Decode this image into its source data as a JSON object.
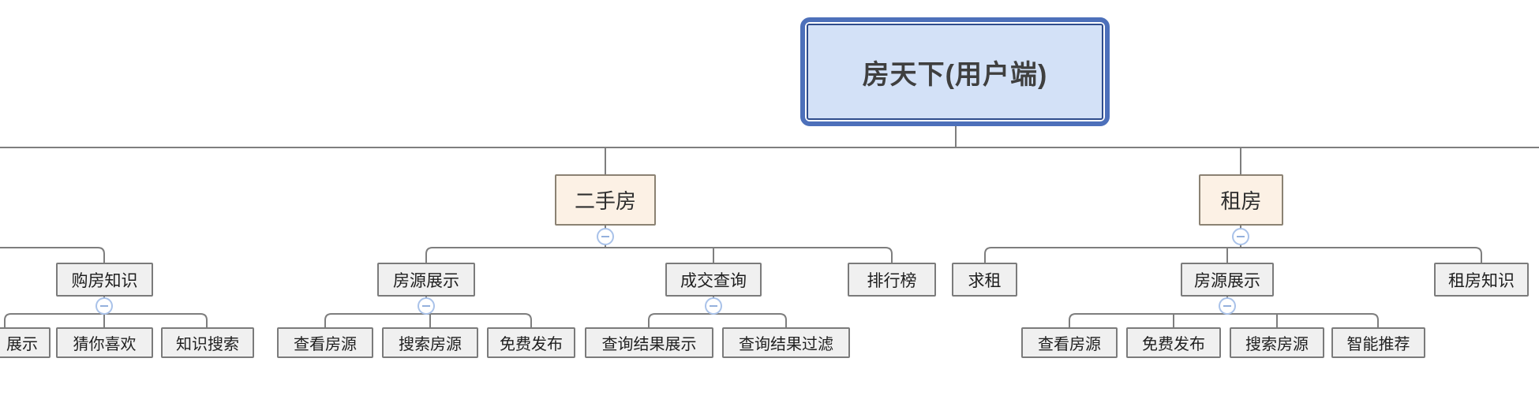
{
  "colors": {
    "root_border": "#4d70ba",
    "root_inner_border": "#2e4c8c",
    "root_fill": "#d3e1f7",
    "branch_fill": "#fcf1e5",
    "branch_border": "#8b8273",
    "node_fill": "#f0f0f0",
    "node_border": "#7b7b7b",
    "connector_line": "#7e7e7e",
    "collapse_icon_ring": "#a9c2e9",
    "collapse_icon_minus": "#94b0dd"
  },
  "icons": {
    "collapse": "minus-circle"
  },
  "mindmap": {
    "root": {
      "label": "房天下(用户端)"
    },
    "left_branch_children": [
      {
        "label": "购房知识",
        "children": [
          {
            "label": "展示"
          },
          {
            "label": "猜你喜欢"
          },
          {
            "label": "知识搜索"
          }
        ]
      }
    ],
    "branches": [
      {
        "label": "二手房",
        "children": [
          {
            "label": "房源展示",
            "children": [
              {
                "label": "查看房源"
              },
              {
                "label": "搜索房源"
              },
              {
                "label": "免费发布"
              }
            ]
          },
          {
            "label": "成交查询",
            "children": [
              {
                "label": "查询结果展示"
              },
              {
                "label": "查询结果过滤"
              }
            ]
          },
          {
            "label": "排行榜",
            "children": []
          }
        ]
      },
      {
        "label": "租房",
        "children": [
          {
            "label": "求租",
            "children": []
          },
          {
            "label": "房源展示",
            "children": [
              {
                "label": "查看房源"
              },
              {
                "label": "免费发布"
              },
              {
                "label": "搜索房源"
              },
              {
                "label": "智能推荐"
              }
            ]
          },
          {
            "label": "租房知识",
            "children": []
          }
        ]
      }
    ]
  }
}
